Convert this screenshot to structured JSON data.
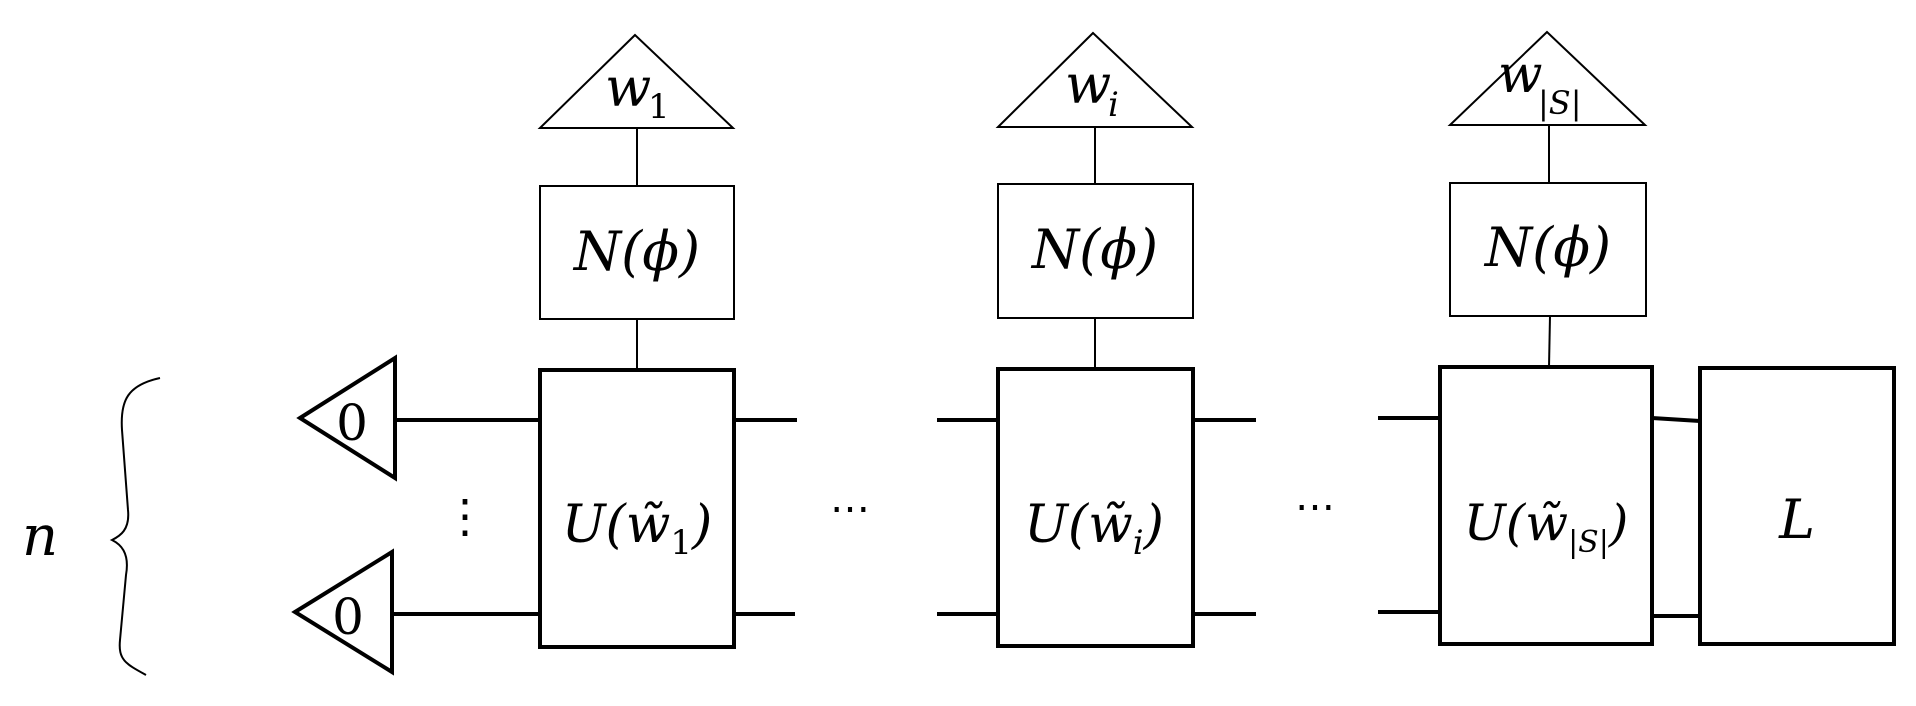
{
  "colors": {
    "stroke": "#000000",
    "background": "#ffffff"
  },
  "n_label": "n",
  "zero_label": "0",
  "vdots": "⋮",
  "hdots": "⋯",
  "weights": [
    {
      "name": "w",
      "sub": "1"
    },
    {
      "name": "w",
      "sub": "i"
    },
    {
      "name": "w",
      "sub": "|S|"
    }
  ],
  "unitaries": [
    {
      "prefix": "U(",
      "name": "w̃",
      "sub": "1",
      "suffix": ")"
    },
    {
      "prefix": "U(",
      "name": "w̃",
      "sub": "i",
      "suffix": ")"
    },
    {
      "prefix": "U(",
      "name": "w̃",
      "sub": "|S|",
      "suffix": ")"
    }
  ],
  "noise_label": "N(ϕ)",
  "final_label": "L"
}
